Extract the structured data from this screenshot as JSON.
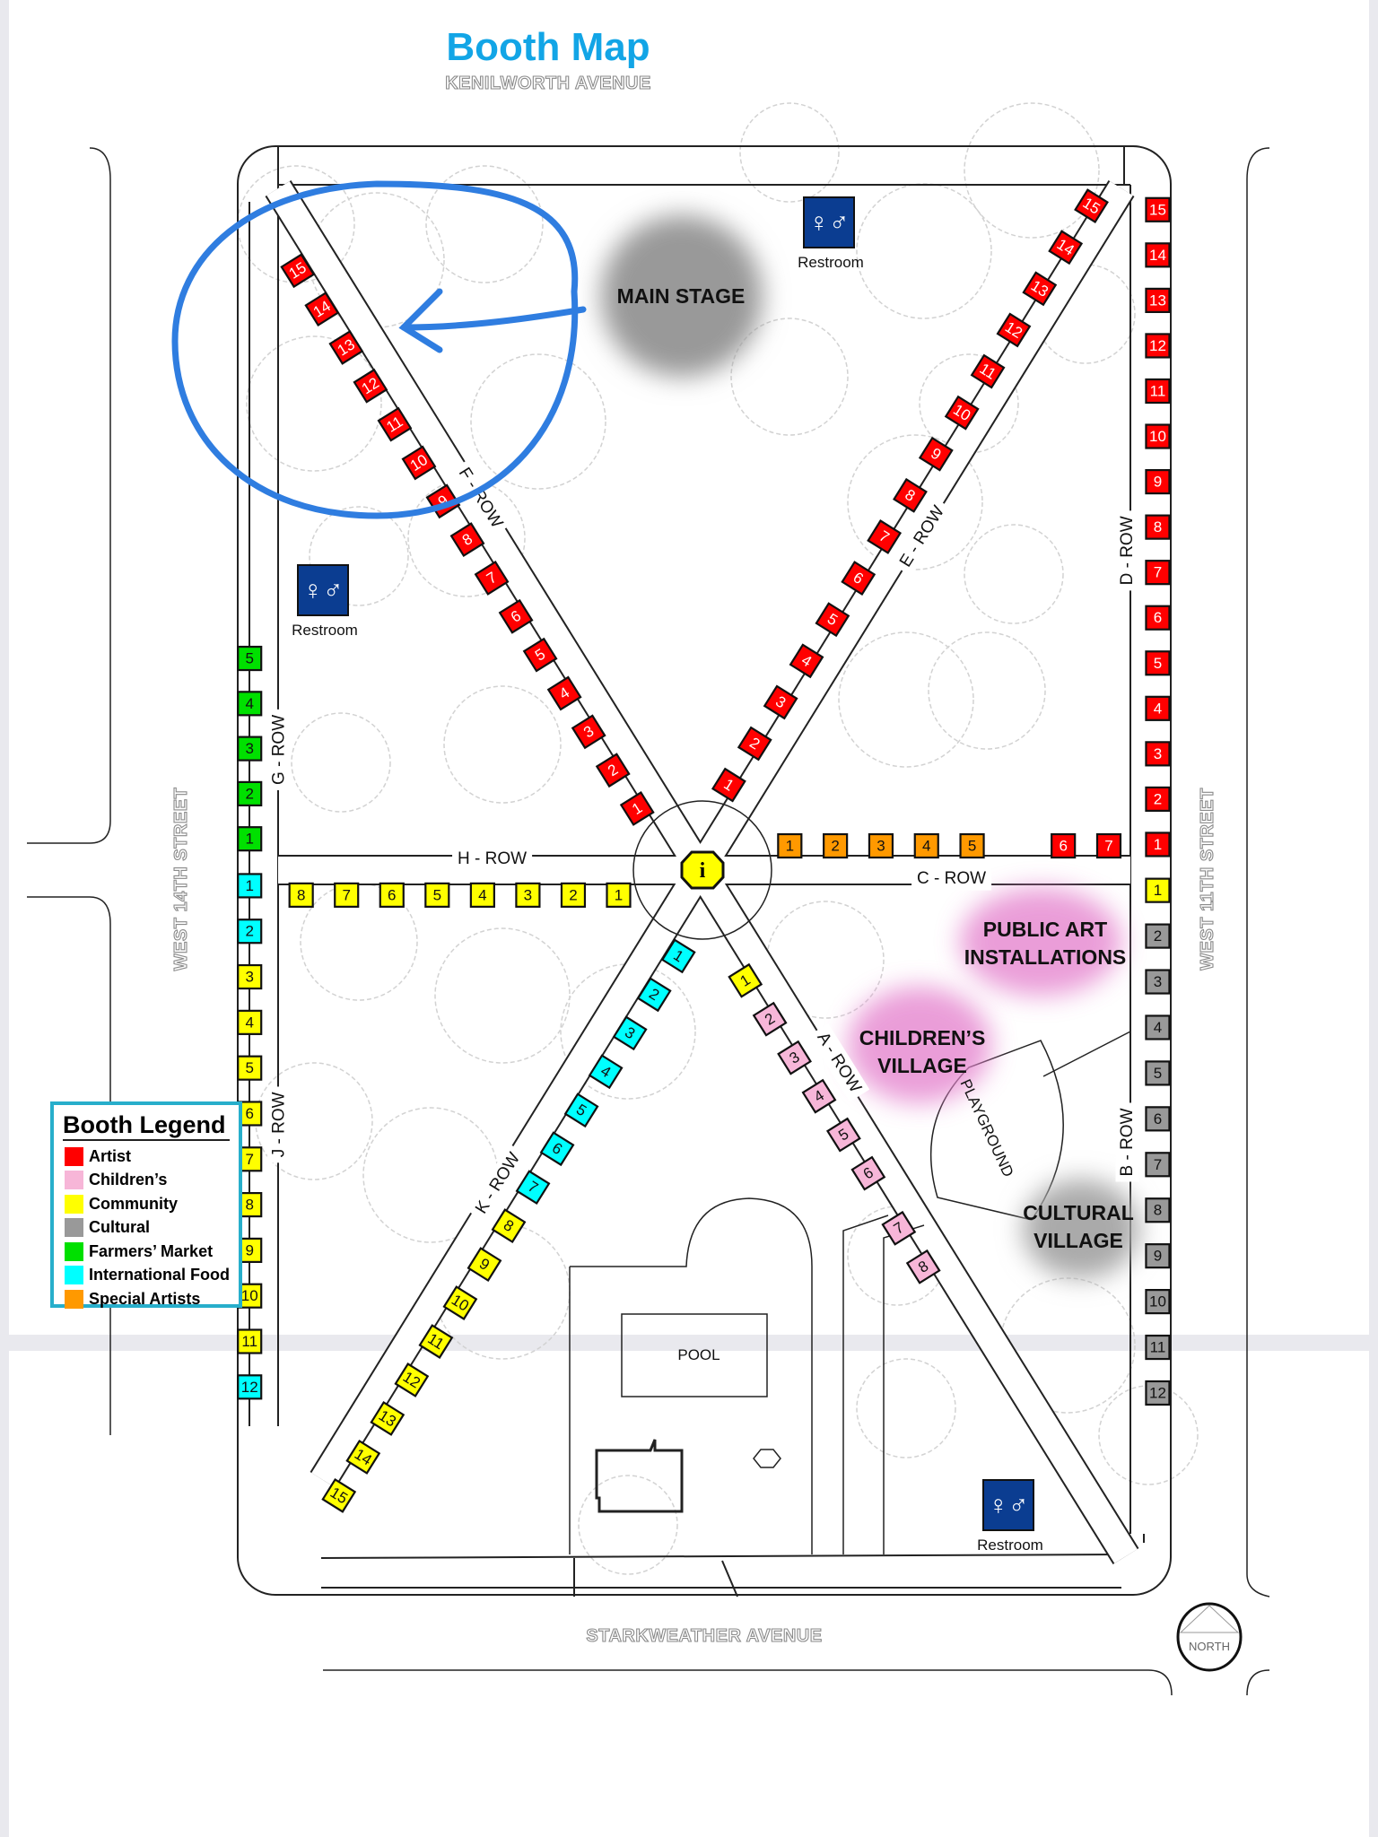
{
  "title": "Booth Map",
  "streets": {
    "north": "KENILWORTH AVENUE",
    "south": "STARKWEATHER AVENUE",
    "west": "WEST 14TH STREET",
    "east": "WEST 11TH STREET"
  },
  "compass": "NORTH",
  "places": {
    "main_stage": "MAIN STAGE",
    "restroom": "Restroom",
    "public_art_1": "PUBLIC ART",
    "public_art_2": "INSTALLATIONS",
    "childrens_1": "CHILDREN’S",
    "childrens_2": "VILLAGE",
    "cultural_1": "CULTURAL",
    "cultural_2": "VILLAGE",
    "playground": "PLAYGROUND",
    "pool": "POOL",
    "info": "i"
  },
  "categories": {
    "artist": {
      "label": "Artist",
      "color": "#ff0000"
    },
    "childrens": {
      "label": "Children’s",
      "color": "#f7b6d8"
    },
    "community": {
      "label": "Community",
      "color": "#ffff00"
    },
    "cultural": {
      "label": "Cultural",
      "color": "#999999"
    },
    "farmers": {
      "label": "Farmers’ Market",
      "color": "#00e000"
    },
    "intl_food": {
      "label": "International Food",
      "color": "#00ffff"
    },
    "special": {
      "label": "Special Artists",
      "color": "#ff9900"
    }
  },
  "legend": {
    "title": "Booth Legend",
    "items": [
      "artist",
      "childrens",
      "community",
      "cultural",
      "farmers",
      "intl_food",
      "special"
    ]
  },
  "rows": [
    {
      "id": "F",
      "label": "F - ROW",
      "booths": [
        [
          "15",
          "artist"
        ],
        [
          "14",
          "artist"
        ],
        [
          "13",
          "artist"
        ],
        [
          "12",
          "artist"
        ],
        [
          "11",
          "artist"
        ],
        [
          "10",
          "artist"
        ],
        [
          "9",
          "artist"
        ],
        [
          "8",
          "artist"
        ],
        [
          "7",
          "artist"
        ],
        [
          "6",
          "artist"
        ],
        [
          "5",
          "artist"
        ],
        [
          "4",
          "artist"
        ],
        [
          "3",
          "artist"
        ],
        [
          "2",
          "artist"
        ],
        [
          "1",
          "artist"
        ]
      ]
    },
    {
      "id": "E",
      "label": "E - ROW",
      "booths": [
        [
          "1",
          "artist"
        ],
        [
          "2",
          "artist"
        ],
        [
          "3",
          "artist"
        ],
        [
          "4",
          "artist"
        ],
        [
          "5",
          "artist"
        ],
        [
          "6",
          "artist"
        ],
        [
          "7",
          "artist"
        ],
        [
          "8",
          "artist"
        ],
        [
          "9",
          "artist"
        ],
        [
          "10",
          "artist"
        ],
        [
          "11",
          "artist"
        ],
        [
          "12",
          "artist"
        ],
        [
          "13",
          "artist"
        ],
        [
          "14",
          "artist"
        ],
        [
          "15",
          "artist"
        ]
      ]
    },
    {
      "id": "D",
      "label": "D - ROW",
      "booths": [
        [
          "15",
          "artist"
        ],
        [
          "14",
          "artist"
        ],
        [
          "13",
          "artist"
        ],
        [
          "12",
          "artist"
        ],
        [
          "11",
          "artist"
        ],
        [
          "10",
          "artist"
        ],
        [
          "9",
          "artist"
        ],
        [
          "8",
          "artist"
        ],
        [
          "7",
          "artist"
        ],
        [
          "6",
          "artist"
        ],
        [
          "5",
          "artist"
        ],
        [
          "4",
          "artist"
        ],
        [
          "3",
          "artist"
        ],
        [
          "2",
          "artist"
        ],
        [
          "1",
          "artist"
        ]
      ]
    },
    {
      "id": "B",
      "label": "B - ROW",
      "booths": [
        [
          "1",
          "community"
        ],
        [
          "2",
          "cultural"
        ],
        [
          "3",
          "cultural"
        ],
        [
          "4",
          "cultural"
        ],
        [
          "5",
          "cultural"
        ],
        [
          "6",
          "cultural"
        ],
        [
          "7",
          "cultural"
        ],
        [
          "8",
          "cultural"
        ],
        [
          "9",
          "cultural"
        ],
        [
          "10",
          "cultural"
        ],
        [
          "11",
          "cultural"
        ],
        [
          "12",
          "cultural"
        ]
      ]
    },
    {
      "id": "G",
      "label": "G - ROW",
      "booths": [
        [
          "5",
          "farmers"
        ],
        [
          "4",
          "farmers"
        ],
        [
          "3",
          "farmers"
        ],
        [
          "2",
          "farmers"
        ],
        [
          "1",
          "farmers"
        ]
      ]
    },
    {
      "id": "J",
      "label": "J - ROW",
      "booths": [
        [
          "1",
          "intl_food"
        ],
        [
          "2",
          "intl_food"
        ],
        [
          "3",
          "community"
        ],
        [
          "4",
          "community"
        ],
        [
          "5",
          "community"
        ],
        [
          "6",
          "community"
        ],
        [
          "7",
          "community"
        ],
        [
          "8",
          "community"
        ],
        [
          "9",
          "community"
        ],
        [
          "10",
          "community"
        ],
        [
          "11",
          "community"
        ],
        [
          "12",
          "intl_food"
        ]
      ]
    },
    {
      "id": "H",
      "label": "H - ROW",
      "booths": [
        [
          "8",
          "community"
        ],
        [
          "7",
          "community"
        ],
        [
          "6",
          "community"
        ],
        [
          "5",
          "community"
        ],
        [
          "4",
          "community"
        ],
        [
          "3",
          "community"
        ],
        [
          "2",
          "community"
        ],
        [
          "1",
          "community"
        ]
      ]
    },
    {
      "id": "C",
      "label": "C - ROW",
      "booths": [
        [
          "1",
          "special"
        ],
        [
          "2",
          "special"
        ],
        [
          "3",
          "special"
        ],
        [
          "4",
          "special"
        ],
        [
          "5",
          "special"
        ],
        [
          "6",
          "artist"
        ],
        [
          "7",
          "artist"
        ]
      ]
    },
    {
      "id": "K",
      "label": "K - ROW",
      "booths": [
        [
          "1",
          "intl_food"
        ],
        [
          "2",
          "intl_food"
        ],
        [
          "3",
          "intl_food"
        ],
        [
          "4",
          "intl_food"
        ],
        [
          "5",
          "intl_food"
        ],
        [
          "6",
          "intl_food"
        ],
        [
          "7",
          "intl_food"
        ],
        [
          "8",
          "community"
        ],
        [
          "9",
          "community"
        ],
        [
          "10",
          "community"
        ],
        [
          "11",
          "community"
        ],
        [
          "12",
          "community"
        ],
        [
          "13",
          "community"
        ],
        [
          "14",
          "community"
        ],
        [
          "15",
          "community"
        ]
      ]
    },
    {
      "id": "A",
      "label": "A - ROW",
      "booths": [
        [
          "1",
          "community"
        ],
        [
          "2",
          "childrens"
        ],
        [
          "3",
          "childrens"
        ],
        [
          "4",
          "childrens"
        ],
        [
          "5",
          "childrens"
        ],
        [
          "6",
          "childrens"
        ],
        [
          "7",
          "childrens"
        ],
        [
          "8",
          "childrens"
        ]
      ]
    }
  ]
}
